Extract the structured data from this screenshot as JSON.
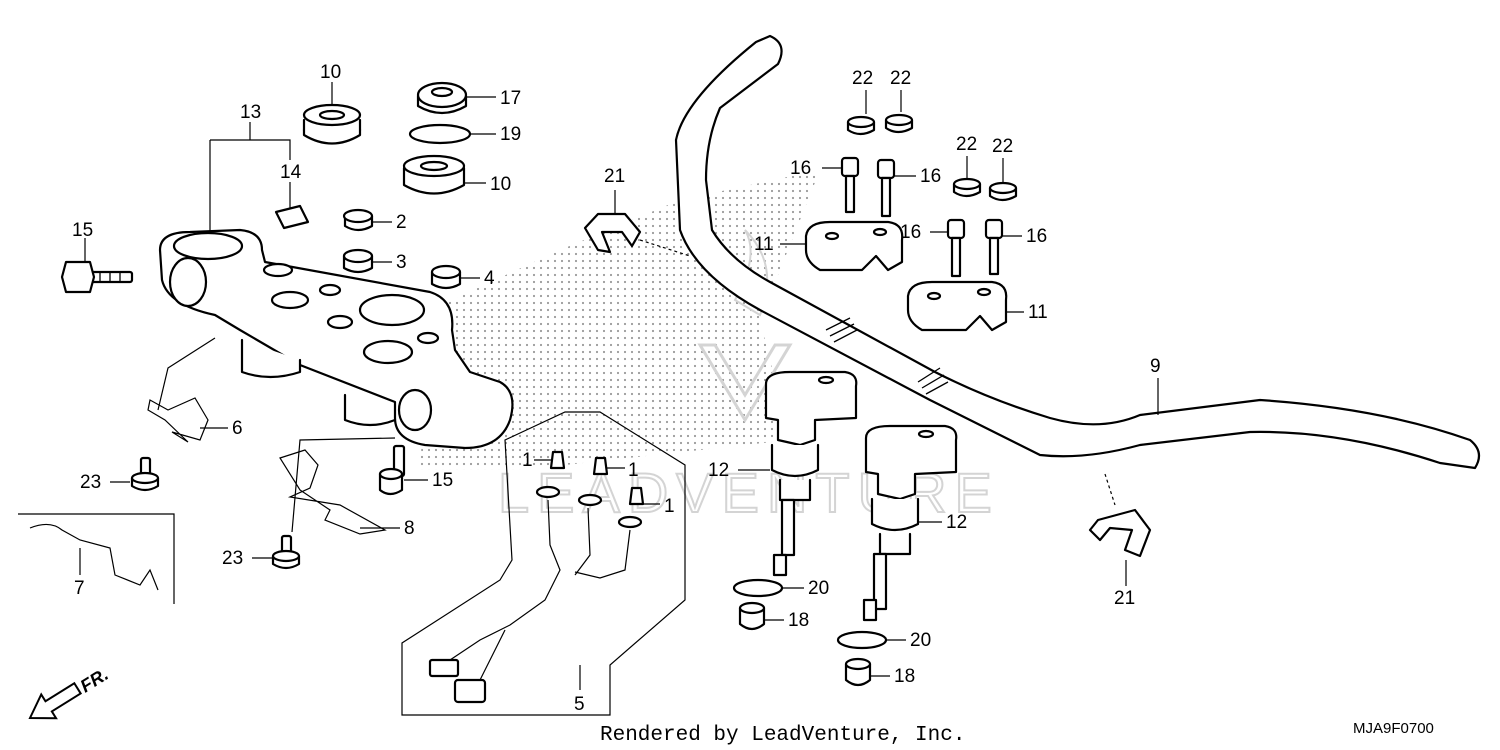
{
  "parts": [
    {
      "id": "p1a",
      "label": "1"
    },
    {
      "id": "p1b",
      "label": "1"
    },
    {
      "id": "p1c",
      "label": "1"
    },
    {
      "id": "p2",
      "label": "2"
    },
    {
      "id": "p3",
      "label": "3"
    },
    {
      "id": "p4",
      "label": "4"
    },
    {
      "id": "p5",
      "label": "5"
    },
    {
      "id": "p6",
      "label": "6"
    },
    {
      "id": "p7",
      "label": "7"
    },
    {
      "id": "p8",
      "label": "8"
    },
    {
      "id": "p9",
      "label": "9"
    },
    {
      "id": "p10a",
      "label": "10"
    },
    {
      "id": "p10b",
      "label": "10"
    },
    {
      "id": "p11a",
      "label": "11"
    },
    {
      "id": "p11b",
      "label": "11"
    },
    {
      "id": "p12a",
      "label": "12"
    },
    {
      "id": "p12b",
      "label": "12"
    },
    {
      "id": "p13",
      "label": "13"
    },
    {
      "id": "p14",
      "label": "14"
    },
    {
      "id": "p15a",
      "label": "15"
    },
    {
      "id": "p15b",
      "label": "15"
    },
    {
      "id": "p16a",
      "label": "16"
    },
    {
      "id": "p16b",
      "label": "16"
    },
    {
      "id": "p16c",
      "label": "16"
    },
    {
      "id": "p16d",
      "label": "16"
    },
    {
      "id": "p17",
      "label": "17"
    },
    {
      "id": "p18a",
      "label": "18"
    },
    {
      "id": "p18b",
      "label": "18"
    },
    {
      "id": "p19",
      "label": "19"
    },
    {
      "id": "p20a",
      "label": "20"
    },
    {
      "id": "p20b",
      "label": "20"
    },
    {
      "id": "p21a",
      "label": "21"
    },
    {
      "id": "p21b",
      "label": "21"
    },
    {
      "id": "p22a",
      "label": "22"
    },
    {
      "id": "p22b",
      "label": "22"
    },
    {
      "id": "p22c",
      "label": "22"
    },
    {
      "id": "p22d",
      "label": "22"
    },
    {
      "id": "p23a",
      "label": "23"
    },
    {
      "id": "p23b",
      "label": "23"
    }
  ],
  "direction_label": "FR.",
  "footer_text": "Rendered by LeadVenture, Inc.",
  "diagram_code": "MJA9F0700",
  "watermark_text": "LEADVENTURE",
  "colors": {
    "line": "#000000",
    "watermark": "#d4d4d4",
    "stipple": "#9a9a9a"
  }
}
